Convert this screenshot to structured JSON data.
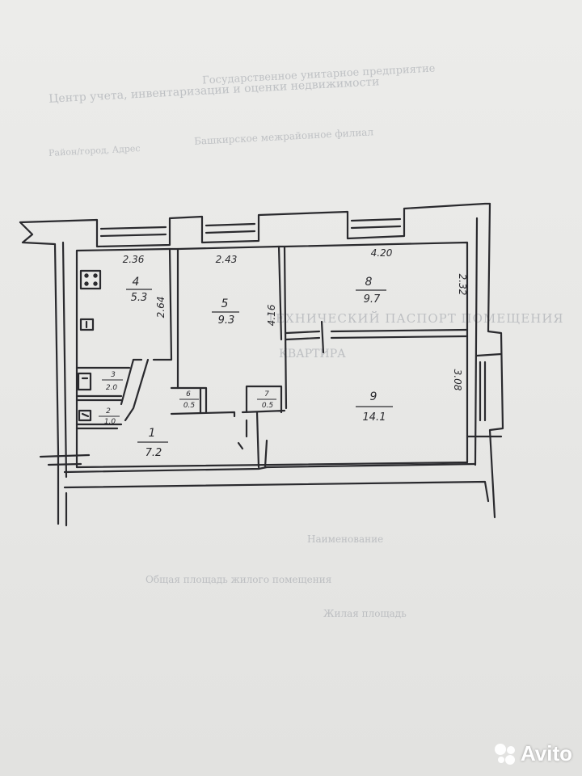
{
  "header_lines": [
    "Государственное унитарное предприятие",
    "Центр учета, инвентаризации и оценки недвижимости",
    "Башкирское межрайонное филиал",
    "Район/город, Адрес"
  ],
  "plan_title": [
    "ТЕХНИЧЕСКИЙ ПАСПОРТ ПОМЕЩЕНИЯ",
    "КВАРТИРА"
  ],
  "rooms": [
    {
      "number": "1",
      "area": "7.2"
    },
    {
      "number": "2",
      "area": "1.0"
    },
    {
      "number": "3",
      "area": "2.0"
    },
    {
      "number": "4",
      "area": "5.3"
    },
    {
      "number": "5",
      "area": "9.3"
    },
    {
      "number": "6",
      "area": "0.5"
    },
    {
      "number": "7",
      "area": "0.5"
    },
    {
      "number": "8",
      "area": "9.7"
    },
    {
      "number": "9",
      "area": "14.1"
    }
  ],
  "dimensions": {
    "room4_width": "2.36",
    "room4_depth": "2.64",
    "room5_width": "2.43",
    "room5_depth": "4.16",
    "room8_width": "4.20",
    "room8_depth": "2.32",
    "room9_depth": "3.08"
  },
  "footer_lines": [
    "Наименование",
    "Общая площадь жилого помещения",
    "Жилая площадь"
  ],
  "watermark": {
    "brand": "Avito",
    "color": "#ffffff"
  },
  "colors": {
    "ink": "#2a2a2e",
    "paper": "#e9e9e7"
  }
}
